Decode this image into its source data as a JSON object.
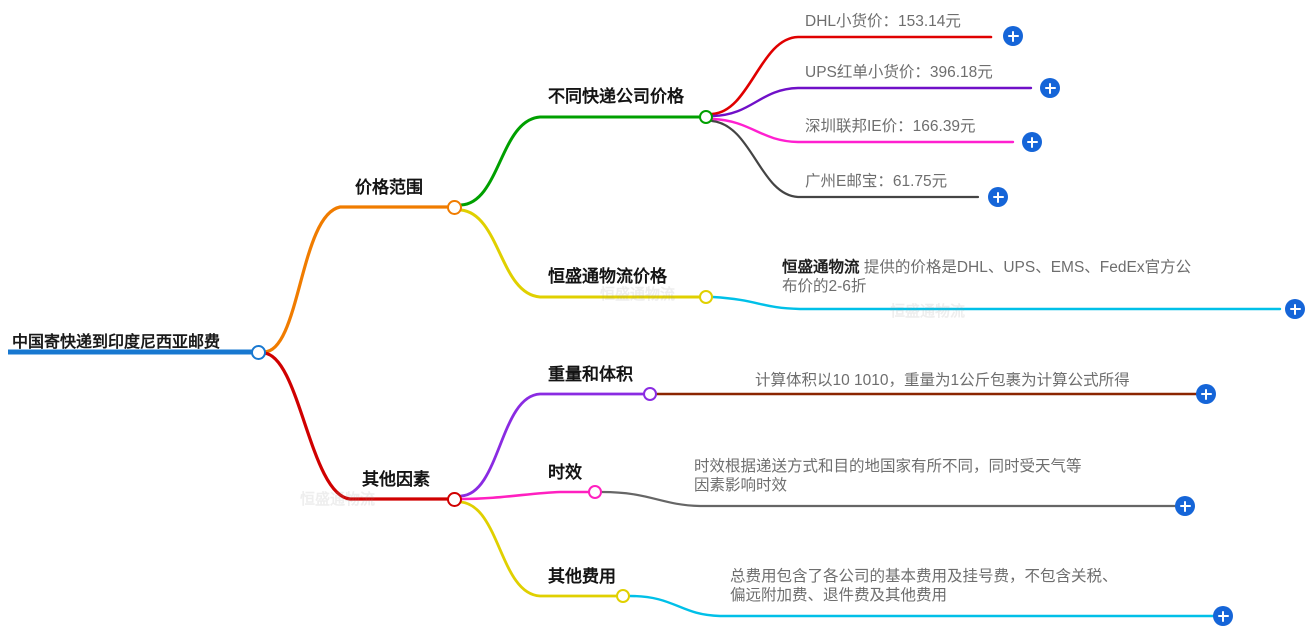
{
  "document": {
    "type": "mindmap",
    "title": "中国寄快递到印度尼西亚邮费",
    "background": "#ffffff"
  },
  "colors": {
    "root": "#1878d0",
    "branch_price_range": "#f07c00",
    "branch_other_factors": "#d00000",
    "courier_prices": "#00a000",
    "hst_logistics": "#e0d000",
    "dhl": "#e00000",
    "ups": "#7010c8",
    "fedex_ie": "#ff20d0",
    "eub": "#444444",
    "weight_volume": "#8a2be2",
    "weight_volume_leaf": "#8b2500",
    "timeliness": "#ff20c0",
    "timeliness_leaf": "#666666",
    "other_fees": "#e0d000",
    "cyan": "#00c0e8",
    "plus_button": "#1565d8",
    "leaf_text": "#6e6e6e",
    "node_text": "#141414"
  },
  "nodes": {
    "root": {
      "label": "中国寄快递到印度尼西亚邮费",
      "color": "#1878d0"
    },
    "price_range": {
      "label": "价格范围",
      "color": "#f07c00"
    },
    "other_factors": {
      "label": "其他因素",
      "color": "#d00000"
    },
    "courier_prices": {
      "label": "不同快递公司价格",
      "color": "#00a000"
    },
    "hst_logistics": {
      "label": "恒盛通物流价格",
      "color": "#e0d000"
    },
    "weight_volume": {
      "label": "重量和体积",
      "color": "#8a2be2"
    },
    "timeliness": {
      "label": "时效",
      "color": "#ff20c0"
    },
    "other_fees": {
      "label": "其他费用",
      "color": "#e0d000"
    }
  },
  "leaves": {
    "dhl": {
      "label": "DHL小货价：153.14元",
      "color": "#e00000"
    },
    "ups": {
      "label": "UPS红单小货价：396.18元",
      "color": "#7010c8"
    },
    "fedex_ie": {
      "label": "深圳联邦IE价：166.39元",
      "color": "#ff20d0"
    },
    "eub": {
      "label": "广州E邮宝：61.75元",
      "color": "#444444"
    },
    "hst_detail": {
      "label_strong": "恒盛通物流",
      "label_rest": " 提供的价格是DHL、UPS、EMS、FedEx官方公\n布价的2-6折",
      "color": "#00c0e8"
    },
    "weight_detail": {
      "label": "计算体积以10 1010，重量为1公斤包裹为计算公式所得",
      "color": "#8b2500"
    },
    "timeliness_detail": {
      "label": "时效根据递送方式和目的地国家有所不同，同时受天气等\n因素影响时效",
      "color": "#666666"
    },
    "other_fees_detail": {
      "label": "总费用包含了各公司的基本费用及挂号费，不包含关税、\n偏远附加费、退件费及其他费用",
      "color": "#00c0e8"
    }
  },
  "buttons": {
    "expand_label": "+"
  },
  "watermarks": {
    "w1": "恒盛通物流",
    "w2": "恒盛通物流",
    "w3": "恒盛通物流"
  }
}
